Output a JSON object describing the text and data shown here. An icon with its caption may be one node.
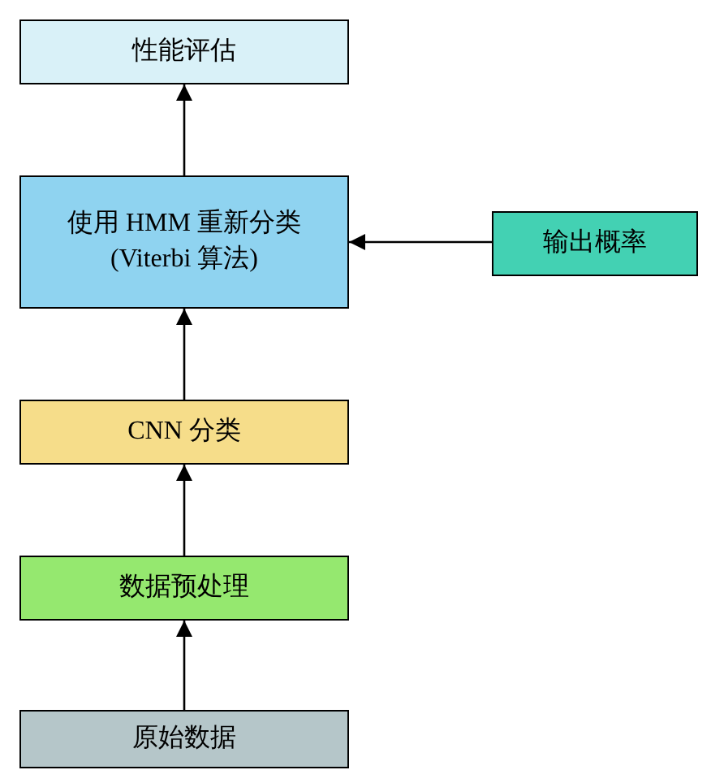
{
  "diagram": {
    "nodes": [
      {
        "text": [
          "性能评估"
        ]
      },
      {
        "text": [
          "使用 HMM 重新分类 (Viterbi 算法)"
        ]
      },
      {
        "text": [
          "输出概率"
        ]
      },
      {
        "text": [
          "CNN 分类"
        ]
      },
      {
        "text": [
          "数据预处理"
        ]
      },
      {
        "text": [
          "原始数据"
        ]
      }
    ],
    "edges": [
      {
        "from": 5,
        "to": 4,
        "arrow": "to"
      },
      {
        "from": 4,
        "to": 3,
        "arrow": "to"
      },
      {
        "from": 3,
        "to": 1,
        "arrow": "to"
      },
      {
        "from": 1,
        "to": 0,
        "arrow": "to"
      },
      {
        "from": 2,
        "to": 1,
        "arrow": "to"
      }
    ]
  }
}
